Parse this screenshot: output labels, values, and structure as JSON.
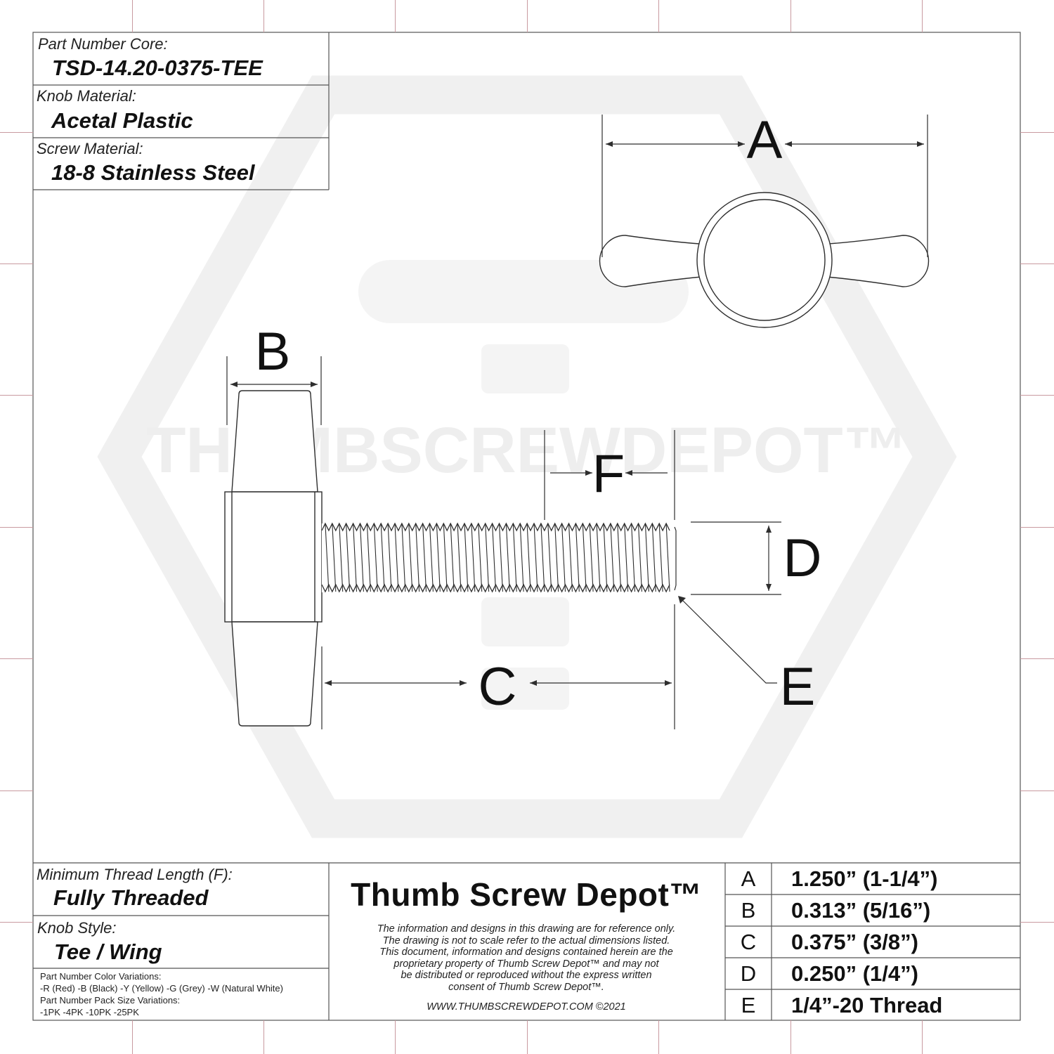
{
  "info": {
    "part_number_core": {
      "label": "Part Number Core:",
      "value": "TSD-14.20-0375-TEE"
    },
    "knob_material": {
      "label": "Knob Material:",
      "value": "Acetal Plastic"
    },
    "screw_material": {
      "label": "Screw Material:",
      "value": "18-8 Stainless Steel"
    },
    "min_thread_length": {
      "label": "Minimum Thread Length (F):",
      "value": "Fully Threaded"
    },
    "knob_style": {
      "label": "Knob Style:",
      "value": "Tee / Wing"
    },
    "variations": {
      "color_label": "Part Number Color Variations:",
      "color_values": "-R (Red) -B (Black) -Y (Yellow) -G (Grey) -W (Natural White)",
      "pack_label": "Part Number Pack Size Variations:",
      "pack_values": "-1PK -4PK -10PK -25PK"
    }
  },
  "title_block": {
    "brand": "Thumb Screw Depot™",
    "disclaimer": [
      "The information and designs in this drawing are for reference only.",
      "The drawing is not to scale refer to the actual dimensions listed.",
      "This document, information and designs contained herein are the",
      "proprietary property of Thumb Screw Depot™ and may not",
      "be distributed or reproduced without the express written",
      "consent of Thumb Screw Depot™."
    ],
    "url": "WWW.THUMBSCREWDEPOT.COM ©2021"
  },
  "dimensions": [
    {
      "key": "A",
      "value": "1.250” (1-1/4”)"
    },
    {
      "key": "B",
      "value": "0.313” (5/16”)"
    },
    {
      "key": "C",
      "value": "0.375” (3/8”)"
    },
    {
      "key": "D",
      "value": "0.250” (1/4”)"
    },
    {
      "key": "E",
      "value": "1/4”-20 Thread"
    }
  ],
  "callouts": {
    "A": "A",
    "B": "B",
    "C": "C",
    "D": "D",
    "E": "E",
    "F": "F"
  },
  "watermark": "THUMBSCREWDEPOT™",
  "colors": {
    "line": "#2e2e2e",
    "frame": "#555555",
    "tick": "#c99aa0",
    "watermark": "#f2f2f2"
  }
}
